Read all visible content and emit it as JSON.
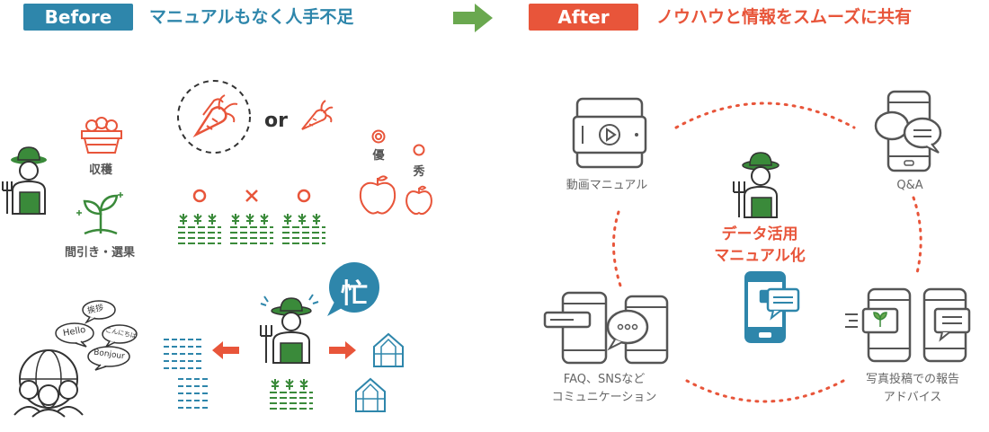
{
  "before": {
    "tag": "Before",
    "headline": "マニュアルもなく人手不足",
    "labels": {
      "harvest": "収穫",
      "thinning": "間引き・選果",
      "or": "or",
      "excellent": "優",
      "good": "秀",
      "busy": "忙"
    },
    "greetings": [
      "挨拶",
      "Hello",
      "こんにちは",
      "Bonjour"
    ]
  },
  "after": {
    "tag": "After",
    "headline": "ノウハウと情報をスムーズに共有",
    "video_manual": "動画マニュアル",
    "qa": "Q&A",
    "center_line1": "データ活用",
    "center_line2": "マニュアル化",
    "faq_line1": "FAQ、SNSなど",
    "faq_line2": "コミュニケーション",
    "report_line1": "写真投稿での報告",
    "report_line2": "アドバイス"
  },
  "colors": {
    "before_tag": "#2e86ab",
    "after_tag": "#e8553a",
    "arrow": "#6aa84f",
    "orange": "#e8553a",
    "green": "#3a8a3a",
    "blue": "#2e86ab",
    "dark": "#333333"
  }
}
